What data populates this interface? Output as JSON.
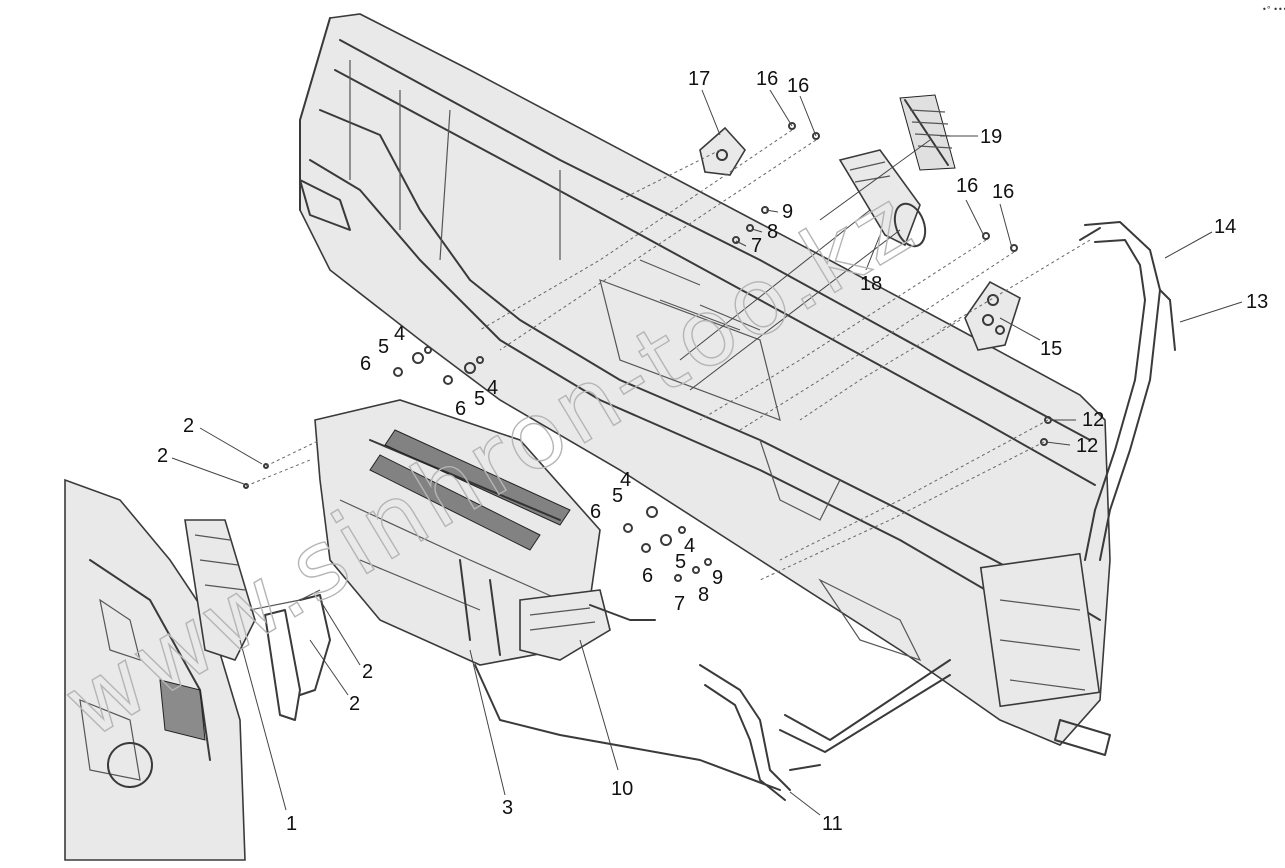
{
  "watermark": "www.sinhron-too.kz",
  "corner_mark": "•° •••",
  "callouts": {
    "c1": "1",
    "c2a": "2",
    "c2b": "2",
    "c2c": "2",
    "c2d": "2",
    "c3": "3",
    "c4a": "4",
    "c4b": "4",
    "c4c": "4",
    "c4d": "4",
    "c5a": "5",
    "c5b": "5",
    "c5c": "5",
    "c5d": "5",
    "c6a": "6",
    "c6b": "6",
    "c6c": "6",
    "c6d": "6",
    "c7a": "7",
    "c7b": "7",
    "c8a": "8",
    "c8b": "8",
    "c9a": "9",
    "c9b": "9",
    "c10": "10",
    "c11": "11",
    "c12a": "12",
    "c12b": "12",
    "c13": "13",
    "c14": "14",
    "c15": "15",
    "c16a": "16",
    "c16b": "16",
    "c16c": "16",
    "c16d": "16",
    "c17": "17",
    "c18": "18",
    "c19": "19"
  }
}
